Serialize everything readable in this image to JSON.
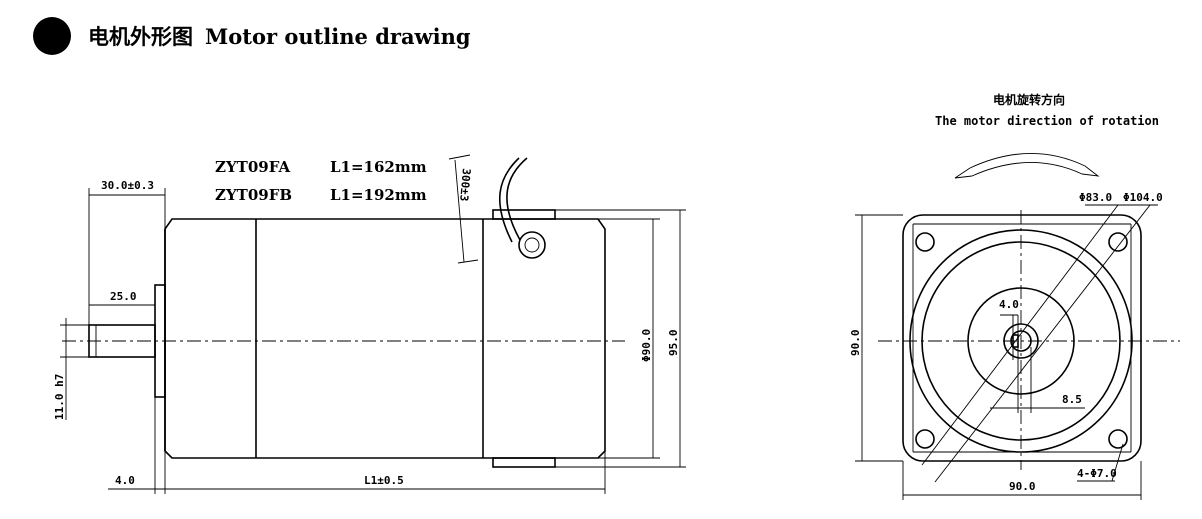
{
  "header": {
    "title_cn": "电机外形图",
    "title_en": "Motor outline drawing"
  },
  "models": [
    {
      "code": "ZYT09FA",
      "length": "L1=162mm"
    },
    {
      "code": "ZYT09FB",
      "length": "L1=192mm"
    }
  ],
  "side_view": {
    "dim_shaft_total": "30.0±0.3",
    "dim_shaft_len": "25.0",
    "dim_flange": "4.0",
    "dim_shaft_dia": "11.0 h7",
    "dim_body_len": "L1±0.5",
    "dim_body_dia": "Φ90.0",
    "dim_height": "95.0",
    "dim_cable": "300±3"
  },
  "rotation": {
    "label_cn": "电机旋转方向",
    "label_en": "The motor direction of rotation"
  },
  "front_view": {
    "dim_pcd": "Φ83.0",
    "dim_outer": "Φ104.0",
    "dim_key_width": "4.0",
    "dim_key_depth": "8.5",
    "dim_height": "90.0",
    "dim_width": "90.0",
    "dim_holes": "4-Φ7.0"
  }
}
